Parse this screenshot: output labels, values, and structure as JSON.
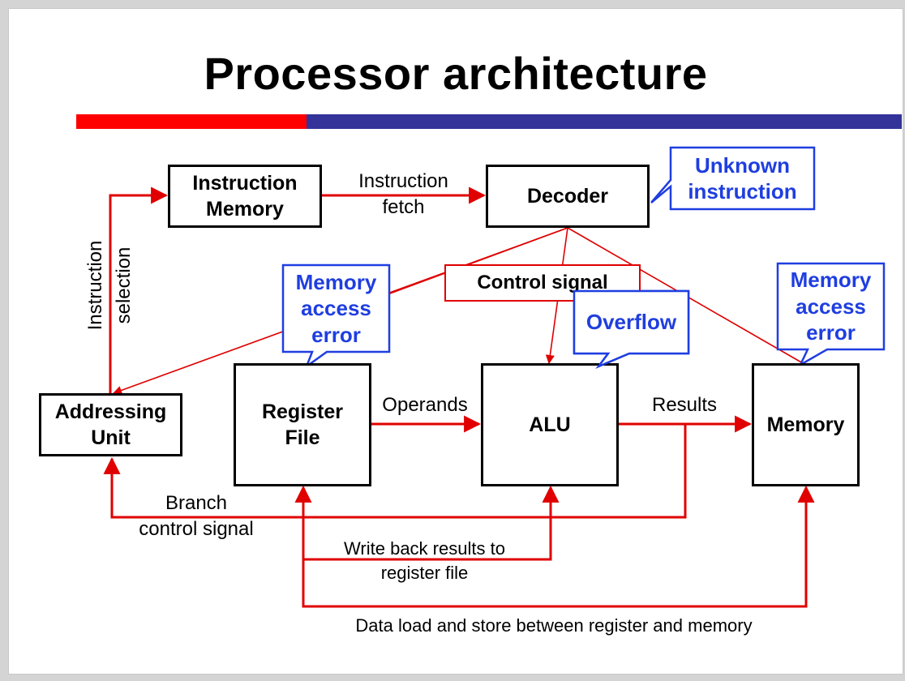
{
  "title": "Processor architecture",
  "colors": {
    "accent_red": "#ff0000",
    "accent_blue": "#333399",
    "line_red": "#e00000",
    "callout_blue": "#1f3ee0"
  },
  "blocks": {
    "instruction_memory": "Instruction\nMemory",
    "decoder": "Decoder",
    "control_signal": "Control signal",
    "addressing_unit": "Addressing\nUnit",
    "register_file": "Register\nFile",
    "alu": "ALU",
    "memory": "Memory"
  },
  "callouts": {
    "unknown_instruction": "Unknown\ninstruction",
    "memory_access_error_register": "Memory\naccess\nerror",
    "overflow": "Overflow",
    "memory_access_error_memory": "Memory\naccess\nerror"
  },
  "labels": {
    "instruction_fetch": "Instruction\nfetch",
    "instruction_selection": "Instruction\nselection",
    "operands": "Operands",
    "results": "Results",
    "branch_control_signal": "Branch\ncontrol signal",
    "write_back": "Write back results to\nregister file",
    "data_load_store": "Data load and store between register and memory"
  }
}
